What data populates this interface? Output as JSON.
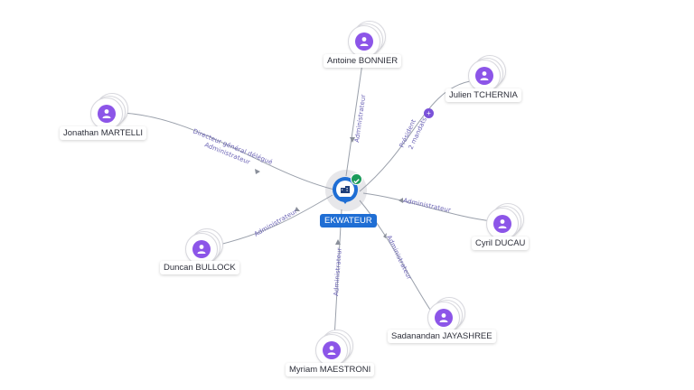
{
  "company": {
    "name": "EKWATEUR",
    "verified_icon": "check-icon",
    "type_icon": "building-icon"
  },
  "people": [
    {
      "id": "bonnier",
      "name": "Antoine BONNIER",
      "role": "Administrateur"
    },
    {
      "id": "tchernia",
      "name": "Julien TCHERNIA",
      "role": "Président",
      "extra": "2 mandats"
    },
    {
      "id": "martelli",
      "name": "Jonathan MARTELLI",
      "role": "Directeur général délégué",
      "role2": "Administrateur"
    },
    {
      "id": "ducau",
      "name": "Cyril DUCAU",
      "role": "Administrateur"
    },
    {
      "id": "bullock",
      "name": "Duncan BULLOCK",
      "role": "Administrateur"
    },
    {
      "id": "jayashree",
      "name": "Sadanandan JAYASHREE",
      "role": "Administrateur"
    },
    {
      "id": "maestroni",
      "name": "Myriam MAESTRONI",
      "role": "Administrateur"
    }
  ],
  "badge": {
    "text": "+"
  },
  "colors": {
    "avatar": "#8c55e8",
    "company": "#1f6ed4",
    "verified": "#1b9b5a",
    "edge_label": "#6b63b5"
  },
  "icons": {
    "person": "person-icon"
  }
}
